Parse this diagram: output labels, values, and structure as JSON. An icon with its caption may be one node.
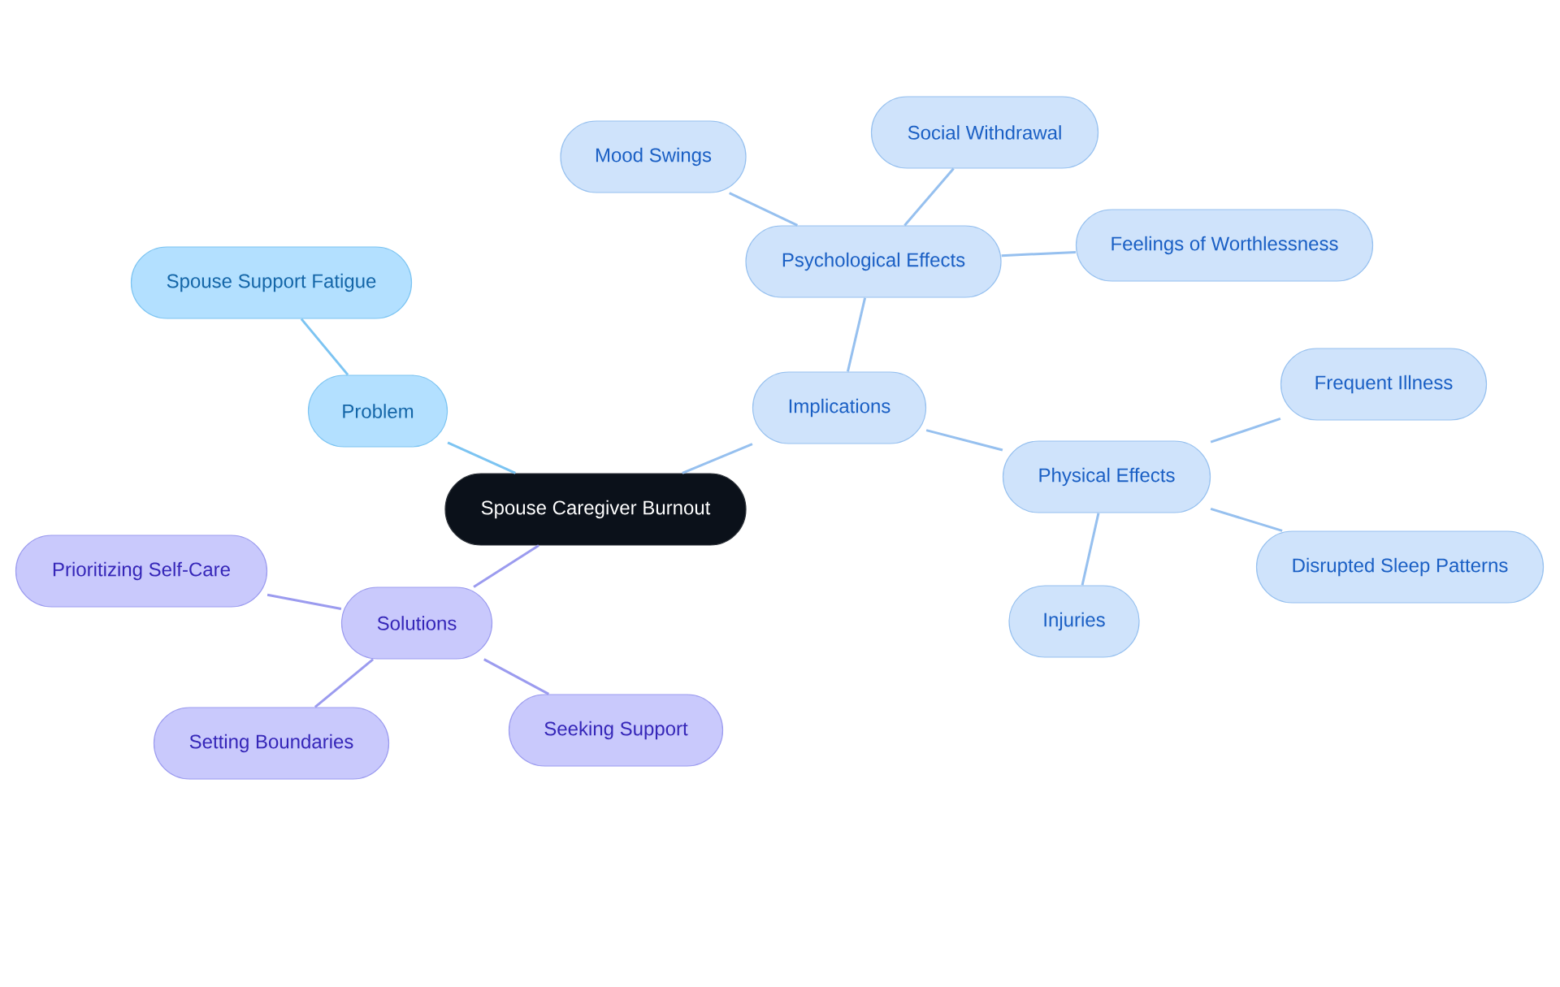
{
  "diagram": {
    "nodes": [
      {
        "text": [
          "Spouse Caregiver Burnout"
        ]
      },
      {
        "text": [
          "Problem"
        ]
      },
      {
        "text": [
          "Spouse Support Fatigue"
        ]
      },
      {
        "text": [
          "Implications"
        ]
      },
      {
        "text": [
          "Psychological Effects"
        ]
      },
      {
        "text": [
          "Mood Swings"
        ]
      },
      {
        "text": [
          "Social Withdrawal"
        ]
      },
      {
        "text": [
          "Feelings of Worthlessness"
        ]
      },
      {
        "text": [
          "Physical Effects"
        ]
      },
      {
        "text": [
          "Frequent Illness"
        ]
      },
      {
        "text": [
          "Disrupted Sleep Patterns"
        ]
      },
      {
        "text": [
          "Injuries"
        ]
      },
      {
        "text": [
          "Solutions"
        ]
      },
      {
        "text": [
          "Prioritizing Self-Care"
        ]
      },
      {
        "text": [
          "Setting Boundaries"
        ]
      },
      {
        "text": [
          "Seeking Support"
        ]
      }
    ],
    "edges": [
      {
        "from": 0,
        "to": 1,
        "arrow": "none",
        "color": "#7cc4f2"
      },
      {
        "from": 1,
        "to": 2,
        "arrow": "none",
        "color": "#7cc4f2"
      },
      {
        "from": 0,
        "to": 3,
        "arrow": "none"
      },
      {
        "from": 3,
        "to": 4,
        "arrow": "none"
      },
      {
        "from": 4,
        "to": 5,
        "arrow": "none"
      },
      {
        "from": 4,
        "to": 6,
        "arrow": "none"
      },
      {
        "from": 4,
        "to": 7,
        "arrow": "none"
      },
      {
        "from": 3,
        "to": 8,
        "arrow": "none"
      },
      {
        "from": 8,
        "to": 9,
        "arrow": "none"
      },
      {
        "from": 8,
        "to": 10,
        "arrow": "none"
      },
      {
        "from": 8,
        "to": 11,
        "arrow": "none"
      },
      {
        "from": 0,
        "to": 12,
        "arrow": "none",
        "color": "#9b9bef"
      },
      {
        "from": 12,
        "to": 13,
        "arrow": "none",
        "color": "#9b9bef"
      },
      {
        "from": 12,
        "to": 14,
        "arrow": "none",
        "color": "#9b9bef"
      },
      {
        "from": 12,
        "to": 15,
        "arrow": "none",
        "color": "#9b9bef"
      }
    ]
  }
}
